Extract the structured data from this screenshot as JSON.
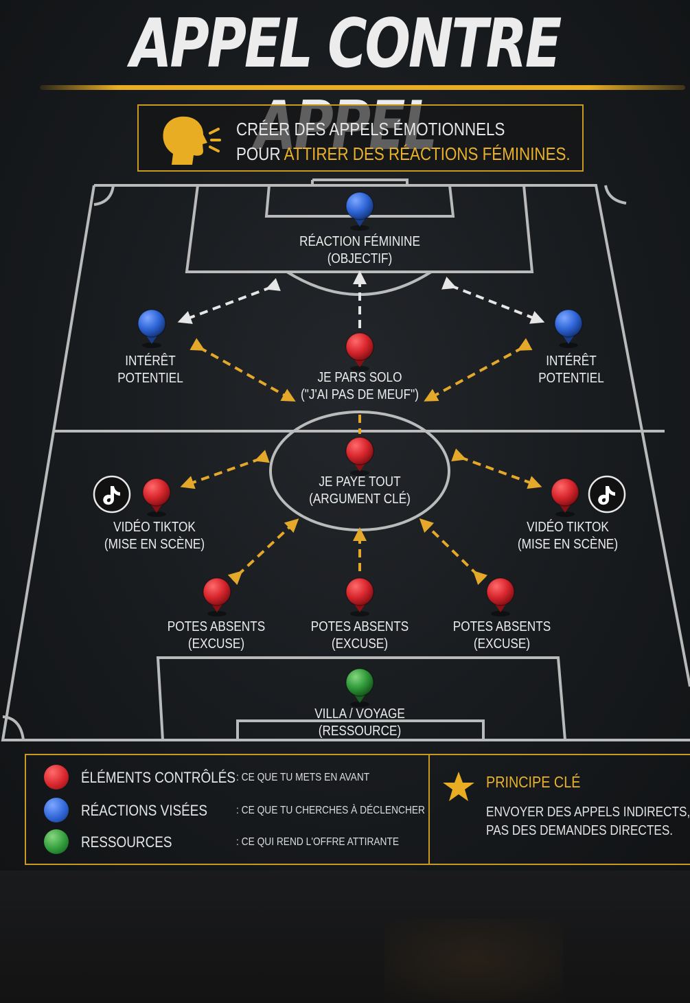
{
  "title": "APPEL CONTRE APPEL",
  "banner": {
    "line1": "CRÉER DES APPELS ÉMOTIONNELS",
    "line2_prefix": "POUR ",
    "line2_highlight": "ATTIRER DES RÉACTIONS FÉMININES."
  },
  "nodes": {
    "objective": {
      "title": "RÉACTION FÉMININE",
      "sub": "(OBJECTIF)",
      "color": "blue"
    },
    "interest_left": {
      "title": "INTÉRÊT",
      "sub": "POTENTIEL",
      "color": "blue"
    },
    "interest_right": {
      "title": "INTÉRÊT",
      "sub": "POTENTIEL",
      "color": "blue"
    },
    "solo": {
      "title": "JE PARS SOLO",
      "sub": "(\"J'AI PAS DE MEUF\")",
      "color": "red"
    },
    "pay": {
      "title": "JE PAYE TOUT",
      "sub": "(ARGUMENT CLÉ)",
      "color": "red"
    },
    "tiktok_left": {
      "title": "VIDÉO TIKTOK",
      "sub": "(MISE EN SCÈNE)",
      "color": "red"
    },
    "tiktok_right": {
      "title": "VIDÉO TIKTOK",
      "sub": "(MISE EN SCÈNE)",
      "color": "red"
    },
    "friends_left": {
      "title": "POTES ABSENTS",
      "sub": "(EXCUSE)",
      "color": "red"
    },
    "friends_center": {
      "title": "POTES ABSENTS",
      "sub": "(EXCUSE)",
      "color": "red"
    },
    "friends_right": {
      "title": "POTES ABSENTS",
      "sub": "(EXCUSE)",
      "color": "red"
    },
    "villa": {
      "title": "VILLA / VOYAGE",
      "sub": "(RESSOURCE)",
      "color": "green"
    }
  },
  "legend": {
    "items": [
      {
        "name": "ÉLÉMENTS CONTRÔLÉS",
        "desc": ": CE QUE TU METS EN AVANT",
        "color": "#d8262d"
      },
      {
        "name": "RÉACTIONS VISÉES",
        "desc": ": CE QUE TU CHERCHES À DÉCLENCHER",
        "color": "#2f66d8"
      },
      {
        "name": "RESSOURCES",
        "desc": ": CE QUI REND L'OFFRE ATTIRANTE",
        "color": "#2f9a3a"
      }
    ],
    "principle_title": "PRINCIPE CLÉ",
    "principle_line1": "ENVOYER DES APPELS INDIRECTS,",
    "principle_line2": "PAS DES DEMANDES DIRECTES."
  },
  "colors": {
    "accent": "#e9ad23",
    "red": "#d8262d",
    "blue": "#2f66d8",
    "green": "#2f9a3a",
    "chalk": "#d9d9d9"
  },
  "icons": [
    "speaking-head-icon",
    "tiktok-icon",
    "star-icon"
  ]
}
